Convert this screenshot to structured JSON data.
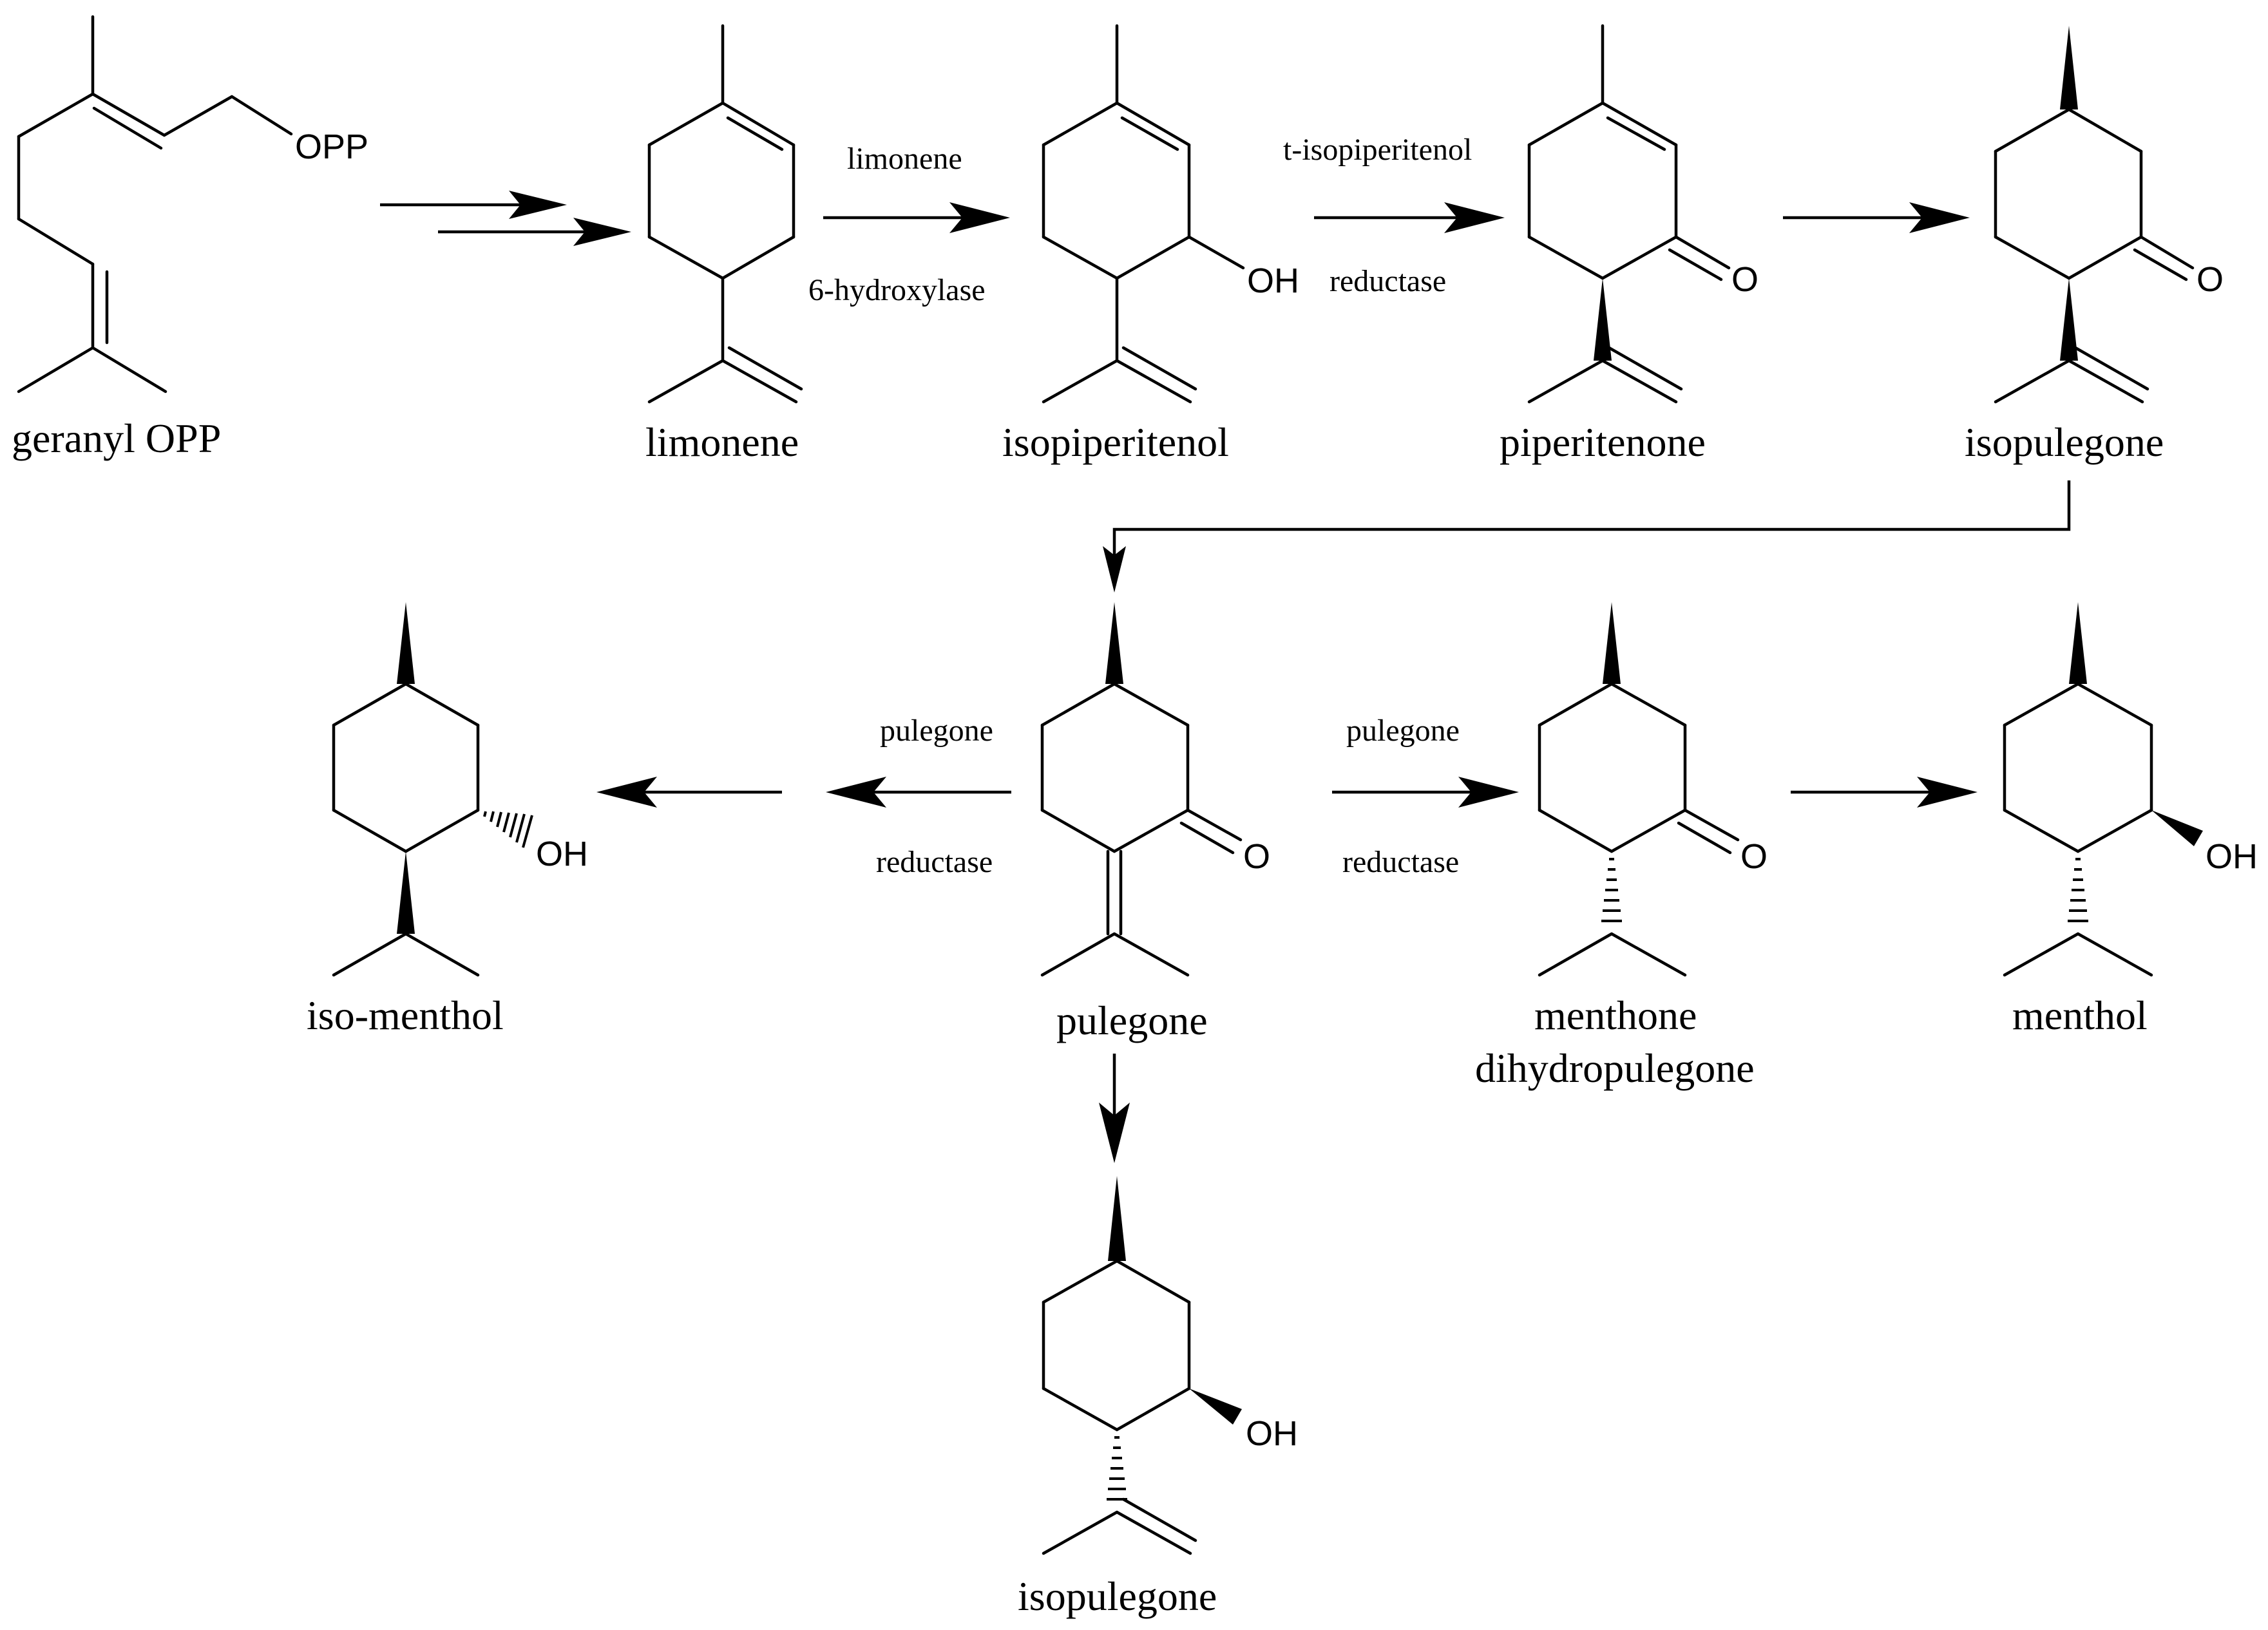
{
  "compounds": {
    "geranyl_opp": "geranyl OPP",
    "limonene": "limonene",
    "isopiperitenol": "isopiperitenol",
    "piperitenone": "piperitenone",
    "isopulegone_top": "isopulegone",
    "iso_menthol": "iso-menthol",
    "pulegone": "pulegone",
    "menthone": "menthone",
    "dihydropulegone": "dihydropulegone",
    "menthol": "menthol",
    "isopulegone_bottom": "isopulegone"
  },
  "enzymes": {
    "limonene_hydroxylase_line1": "limonene",
    "limonene_hydroxylase_line2": "6-hydroxylase",
    "isopiperitenol_reductase_line1": "t-isopiperitenol",
    "isopiperitenol_reductase_line2": "reductase",
    "pulegone_reductase_left_line1": "pulegone",
    "pulegone_reductase_left_line2": "reductase",
    "pulegone_reductase_right_line1": "pulegone",
    "pulegone_reductase_right_line2": "reductase"
  },
  "atoms": {
    "opp": "OPP",
    "oh": "OH",
    "o": "O"
  }
}
